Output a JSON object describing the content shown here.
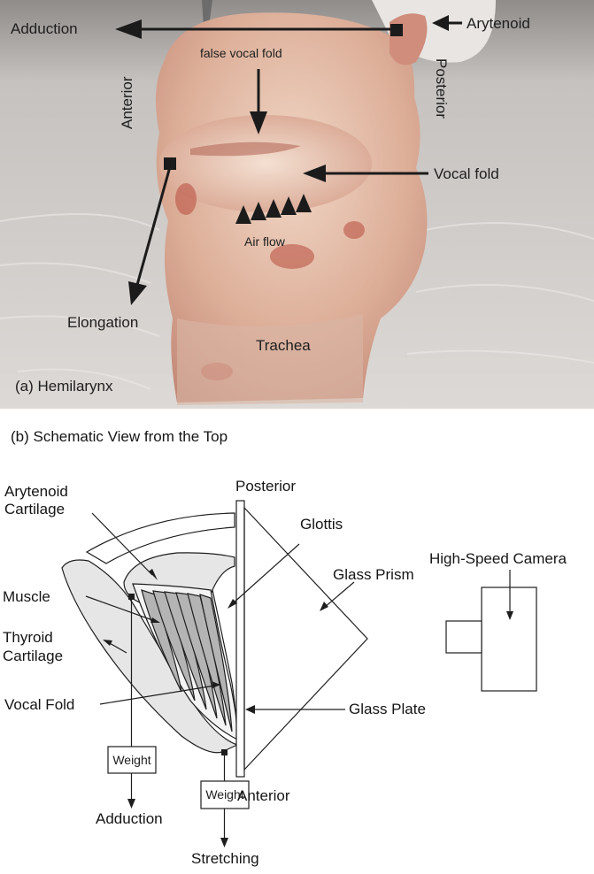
{
  "panel_a": {
    "caption": "(a) Hemilarynx",
    "labels": {
      "adduction": "Adduction",
      "arytenoid": "Arytenoid",
      "false_vocal_fold": "false vocal fold",
      "anterior": "Anterior",
      "posterior": "Posterior",
      "vocal_fold": "Vocal fold",
      "air_flow": "Air flow",
      "elongation": "Elongation",
      "trachea": "Trachea"
    }
  },
  "panel_b": {
    "caption": "(b) Schematic View from the Top",
    "labels": {
      "posterior": "Posterior",
      "anterior": "Anterior",
      "arytenoid_cartilage_1": "Arytenoid",
      "arytenoid_cartilage_2": "Cartilage",
      "glottis": "Glottis",
      "high_speed_camera": "High-Speed Camera",
      "glass_prism": "Glass Prism",
      "muscle": "Muscle",
      "thyroid_cartilage_1": "Thyroid",
      "thyroid_cartilage_2": "Cartilage",
      "vocal_fold": "Vocal Fold",
      "glass_plate": "Glass Plate",
      "weight_left": "Weight",
      "weight_right": "Weight",
      "adduction": "Adduction",
      "stretching": "Stretching"
    }
  },
  "colors": {
    "line": "#1e1e1e",
    "tissue_fill": "#e6e6e6",
    "muscle_fill": "#b4b4b4",
    "photo_background": "#c9c5c2",
    "tissue": "#dcae99"
  }
}
